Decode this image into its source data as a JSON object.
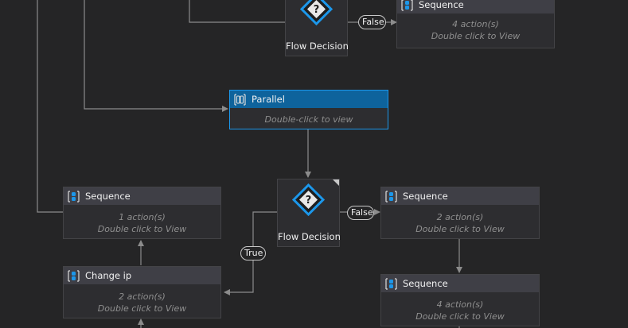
{
  "nodes": {
    "seq_top": {
      "title": "Sequence",
      "actions": "4 action(s)",
      "hint": "Double click to View"
    },
    "parallel": {
      "title": "Parallel",
      "hint": "Double-click to view"
    },
    "seq_left": {
      "title": "Sequence",
      "actions": "1 action(s)",
      "hint": "Double click to View"
    },
    "change_ip": {
      "title": "Change ip",
      "actions": "2 action(s)",
      "hint": "Double click to View"
    },
    "seq_right1": {
      "title": "Sequence",
      "actions": "2 action(s)",
      "hint": "Double click to View"
    },
    "seq_right2": {
      "title": "Sequence",
      "actions": "4 action(s)",
      "hint": "Double click to View"
    }
  },
  "decisions": {
    "top": {
      "label": "Flow Decision",
      "false_label": "False"
    },
    "main": {
      "label": "Flow Decision",
      "false_label": "False",
      "true_label": "True"
    }
  },
  "colors": {
    "canvas": "#252526",
    "node": "#2d2d30",
    "header": "#3f3f46",
    "selected_header": "#0e639c",
    "accent": "#1c97ea",
    "connector": "#8c8c8c"
  },
  "icons": {
    "sequence": "sequence-icon",
    "parallel": "parallel-icon",
    "decision": "flow-decision-diamond-icon"
  }
}
